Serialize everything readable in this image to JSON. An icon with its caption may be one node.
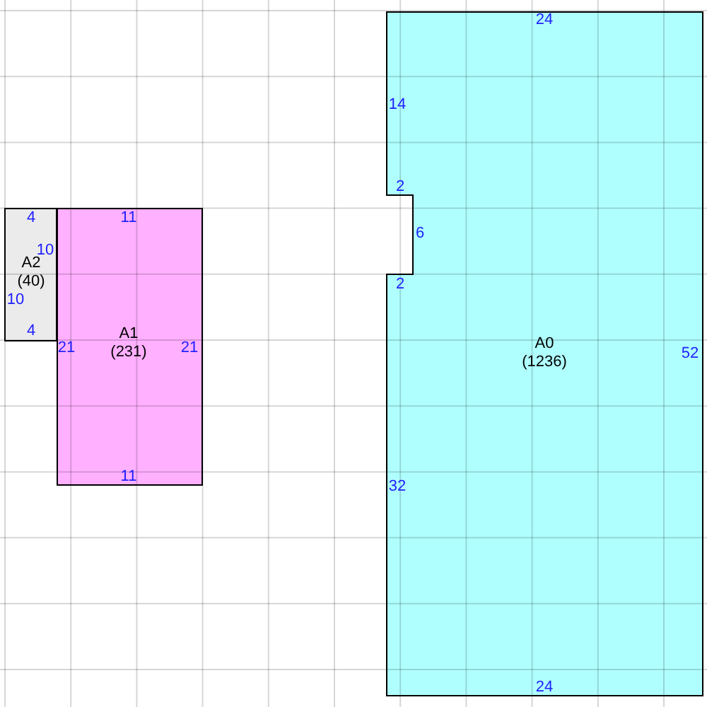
{
  "diagram": {
    "nodes": [
      {
        "text": [
          "A2",
          "(40)"
        ]
      },
      {
        "text": [
          "A1",
          "(231)"
        ]
      },
      {
        "text": [
          "A0",
          "(1236)"
        ]
      }
    ],
    "labels": [
      "24",
      "14",
      "2",
      "4",
      "11",
      "6",
      "10",
      "2",
      "10",
      "4",
      "21",
      "21",
      "52",
      "11",
      "32",
      "24"
    ]
  }
}
